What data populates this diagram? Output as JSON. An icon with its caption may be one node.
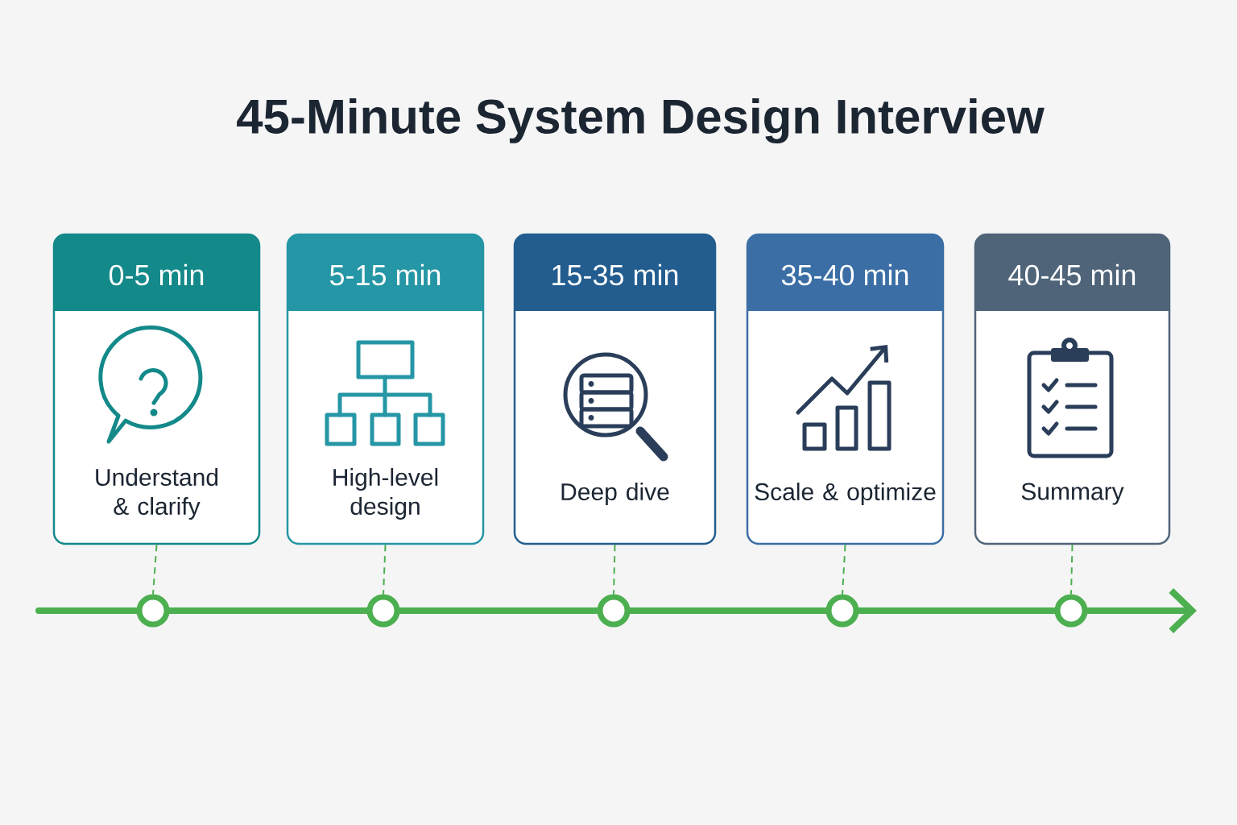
{
  "diagram": {
    "title": "45-Minute System Design Interview",
    "nodes": [
      {
        "text": [
          "0-5 min",
          "Understand & clarify"
        ]
      },
      {
        "text": [
          "5-15 min",
          "High-level design"
        ]
      },
      {
        "text": [
          "15-35 min",
          "Deep dive"
        ]
      },
      {
        "text": [
          "35-40 min",
          "Scale & optimize"
        ]
      },
      {
        "text": [
          "40-45 min",
          "Summary"
        ]
      },
      {
        "text": [],
        "shape": "circle"
      },
      {
        "text": [],
        "shape": "circle"
      },
      {
        "text": [],
        "shape": "circle"
      },
      {
        "text": [],
        "shape": "circle"
      },
      {
        "text": [],
        "shape": "circle"
      }
    ],
    "edges": [
      {
        "from": 0,
        "to": 5,
        "arrow": "none",
        "style": "dashed"
      },
      {
        "from": 1,
        "to": 6,
        "arrow": "none",
        "style": "dashed"
      },
      {
        "from": 2,
        "to": 7,
        "arrow": "none",
        "style": "dashed"
      },
      {
        "from": 3,
        "to": 8,
        "arrow": "none",
        "style": "dashed"
      },
      {
        "from": 4,
        "to": 9,
        "arrow": "none",
        "style": "dashed"
      },
      {
        "from": null,
        "to": 5,
        "arrow": "none"
      },
      {
        "from": 5,
        "to": 6,
        "arrow": "none"
      },
      {
        "from": 6,
        "to": 7,
        "arrow": "none"
      },
      {
        "from": 7,
        "to": 8,
        "arrow": "none"
      },
      {
        "from": 8,
        "to": 9,
        "arrow": "none"
      },
      {
        "from": 9,
        "to": null,
        "arrow": "to"
      }
    ]
  }
}
